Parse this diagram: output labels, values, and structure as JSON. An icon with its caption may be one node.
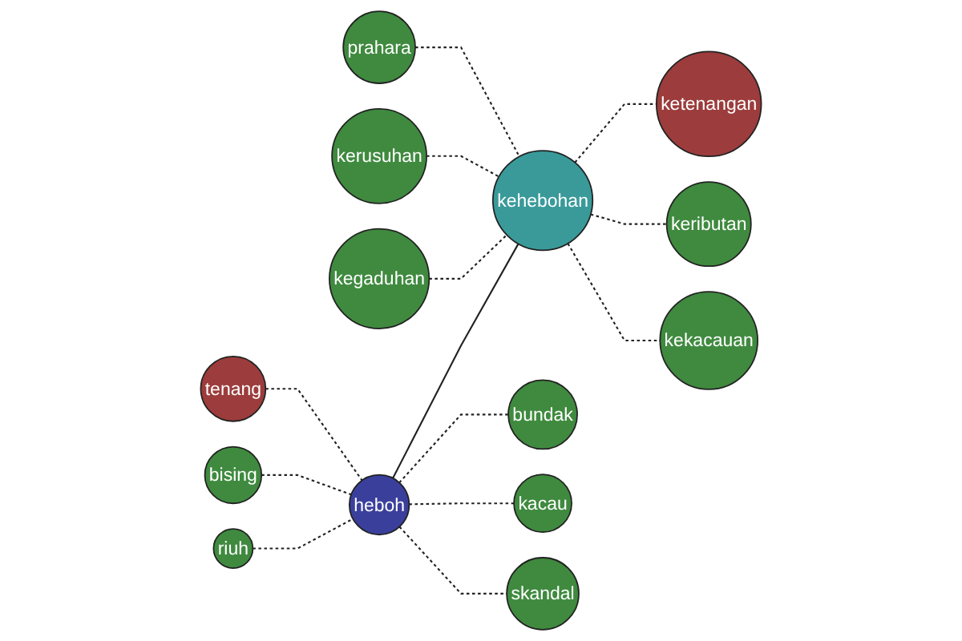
{
  "diagram": {
    "nodes": [
      {
        "text": [
          "prahara"
        ]
      },
      {
        "text": [
          "kerusuhan"
        ]
      },
      {
        "text": [
          "kegaduhan"
        ]
      },
      {
        "text": [
          "kehebohan"
        ]
      },
      {
        "text": [
          "tenang"
        ]
      },
      {
        "text": [
          "ketenangan"
        ]
      },
      {
        "text": [
          "bising"
        ]
      },
      {
        "text": [
          "heboh"
        ]
      },
      {
        "text": [
          "riuh"
        ]
      },
      {
        "text": [
          "keributan"
        ]
      },
      {
        "text": [
          "kekacauan"
        ]
      },
      {
        "text": [
          "bundak"
        ]
      },
      {
        "text": [
          "skandal"
        ]
      },
      {
        "text": [
          "kacau"
        ]
      }
    ],
    "edges": [
      {
        "from": 7,
        "to": 3,
        "arrow": "none"
      },
      {
        "from": 4,
        "to": 7,
        "arrow": "none",
        "style": "dashed"
      },
      {
        "from": 6,
        "to": 7,
        "arrow": "none",
        "style": "dashed"
      },
      {
        "from": 8,
        "to": 7,
        "arrow": "none",
        "style": "dashed"
      },
      {
        "from": 7,
        "to": 11,
        "arrow": "none",
        "style": "dashed"
      },
      {
        "from": 7,
        "to": 13,
        "arrow": "none",
        "style": "dashed"
      },
      {
        "from": 7,
        "to": 12,
        "arrow": "none",
        "style": "dashed"
      },
      {
        "from": 0,
        "to": 3,
        "arrow": "none",
        "style": "dashed"
      },
      {
        "from": 1,
        "to": 3,
        "arrow": "none",
        "style": "dashed"
      },
      {
        "from": 2,
        "to": 3,
        "arrow": "none",
        "style": "dashed"
      },
      {
        "from": 3,
        "to": 5,
        "arrow": "none",
        "style": "dashed"
      },
      {
        "from": 3,
        "to": 9,
        "arrow": "none",
        "style": "dashed"
      },
      {
        "from": 3,
        "to": 10,
        "arrow": "none",
        "style": "dashed"
      }
    ]
  }
}
